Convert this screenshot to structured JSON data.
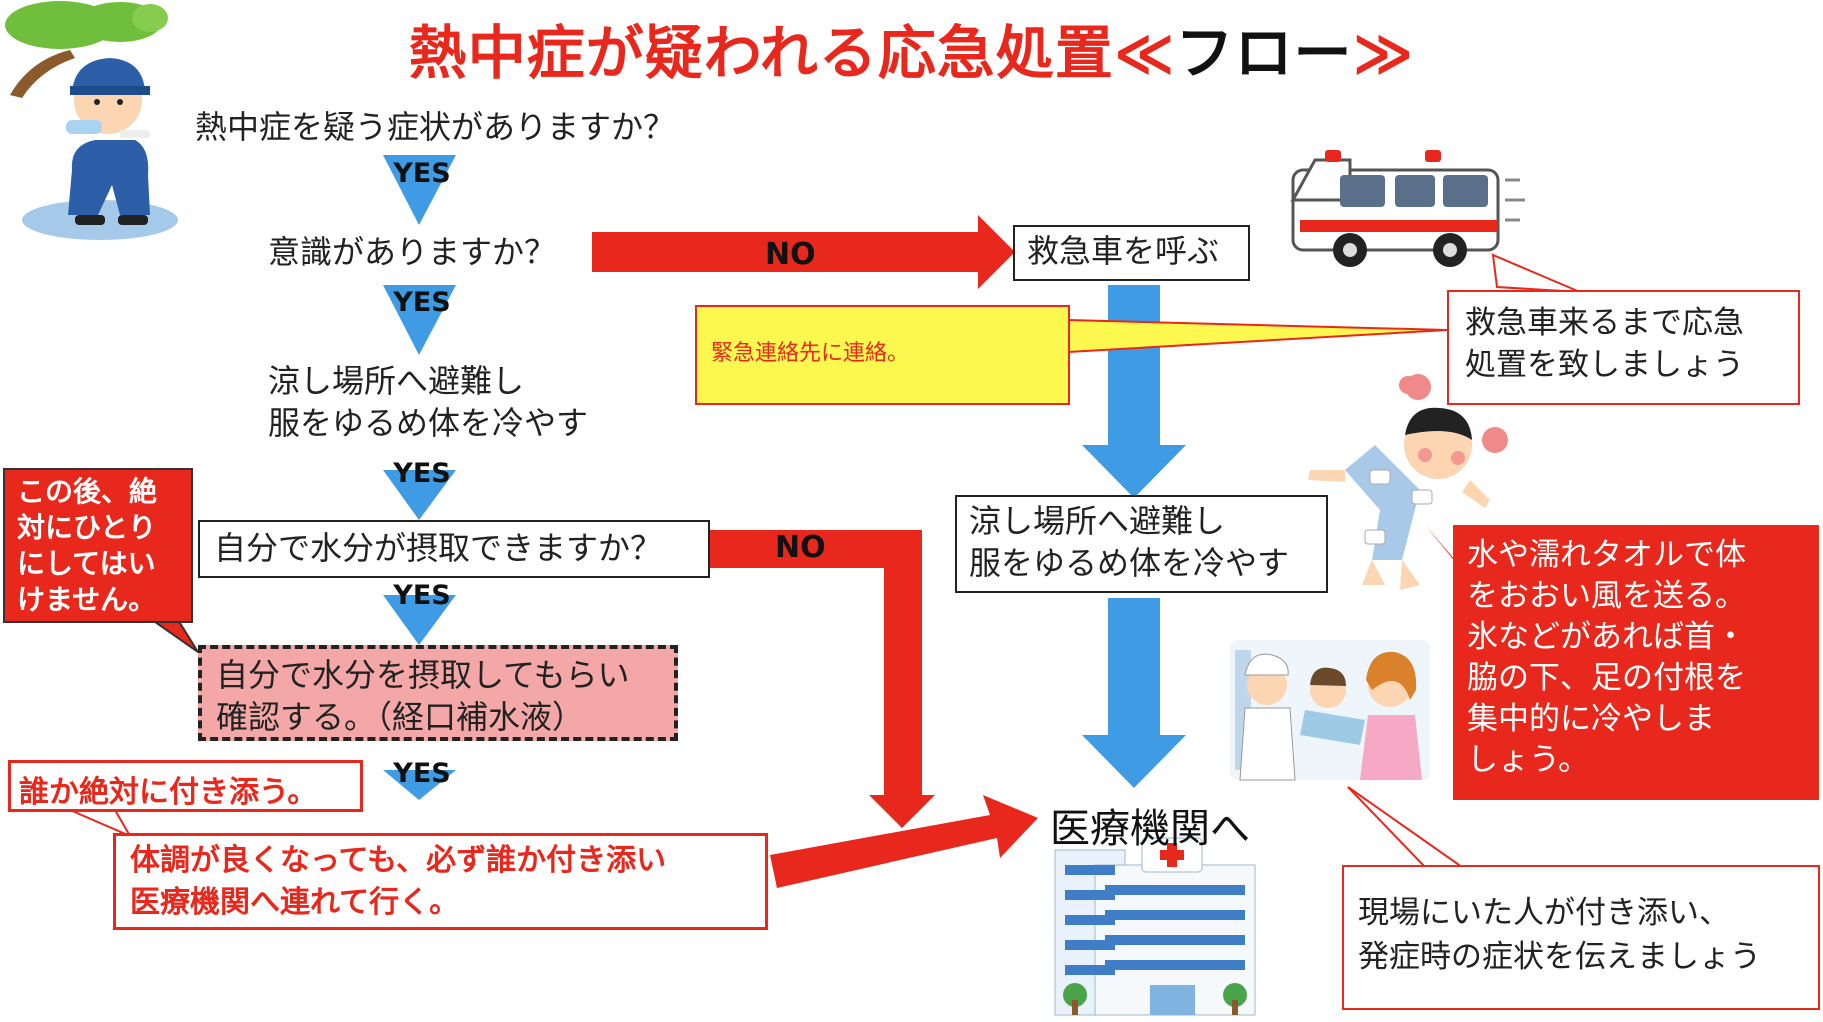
{
  "title": {
    "main": "熱中症が疑われる応急処置",
    "bracket_open": "≪",
    "flow": "フロー",
    "bracket_close": "≫"
  },
  "flow": {
    "q1": "熱中症を疑う症状がありますか？",
    "q2": "意識がありますか？",
    "step3": [
      "涼し場所へ避難し",
      "服をゆるめ体を冷やす"
    ],
    "q4": "自分で水分が摂取できますか？",
    "step5": [
      "自分で水分を摂取してもらい",
      "確認する。（経口補水液）"
    ],
    "step6": [
      "体調が良くなっても、必ず誰か付き添い",
      "医療機関へ連れて行く。"
    ],
    "yes": "YES",
    "no": "NO",
    "call_ambulance": "救急車を呼ぶ",
    "right_step": [
      "涼し場所へ避難し",
      "服をゆるめ体を冷やす"
    ],
    "hospital": "医療機関へ"
  },
  "callouts": {
    "never_alone": [
      "この後、絶",
      "対にひとり",
      "にしてはい",
      "けません。"
    ],
    "accompany": "誰か絶対に付き添う。",
    "emergency_contact": "緊急連絡先に連絡。",
    "first_aid": [
      "救急車来るまで応急",
      "処置を致しましょう"
    ],
    "cooling": [
      "水や濡れタオルで体",
      "をおおい風を送る。",
      "氷などがあれば首・",
      "脇の下、足の付根を",
      "集中的に冷やしま",
      "しょう。"
    ],
    "inform": [
      "現場にいた人が付き添い、",
      "発症時の症状を伝えましょう"
    ]
  },
  "icons": [
    "tree-branch-icon",
    "sweating-worker-icon",
    "ambulance-icon",
    "overheated-child-icon",
    "nurse-patient-icon",
    "hospital-building-icon"
  ],
  "colors": {
    "accent_red": "#e8281c",
    "arrow_blue": "#3f9be3",
    "note_yellow": "#fdf84f",
    "pink_fill": "#f3a7a7"
  }
}
